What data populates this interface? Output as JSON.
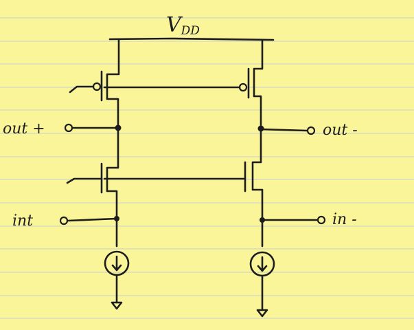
{
  "labels": {
    "supply": "V",
    "supply_sub": "DD",
    "out_plus": "out +",
    "out_minus": "out -",
    "in_plus": "int",
    "in_minus": "in -"
  },
  "colors": {
    "paper": "#fbf59a",
    "ruling": "#cfd6c2",
    "ink": "#1d1d1d"
  }
}
